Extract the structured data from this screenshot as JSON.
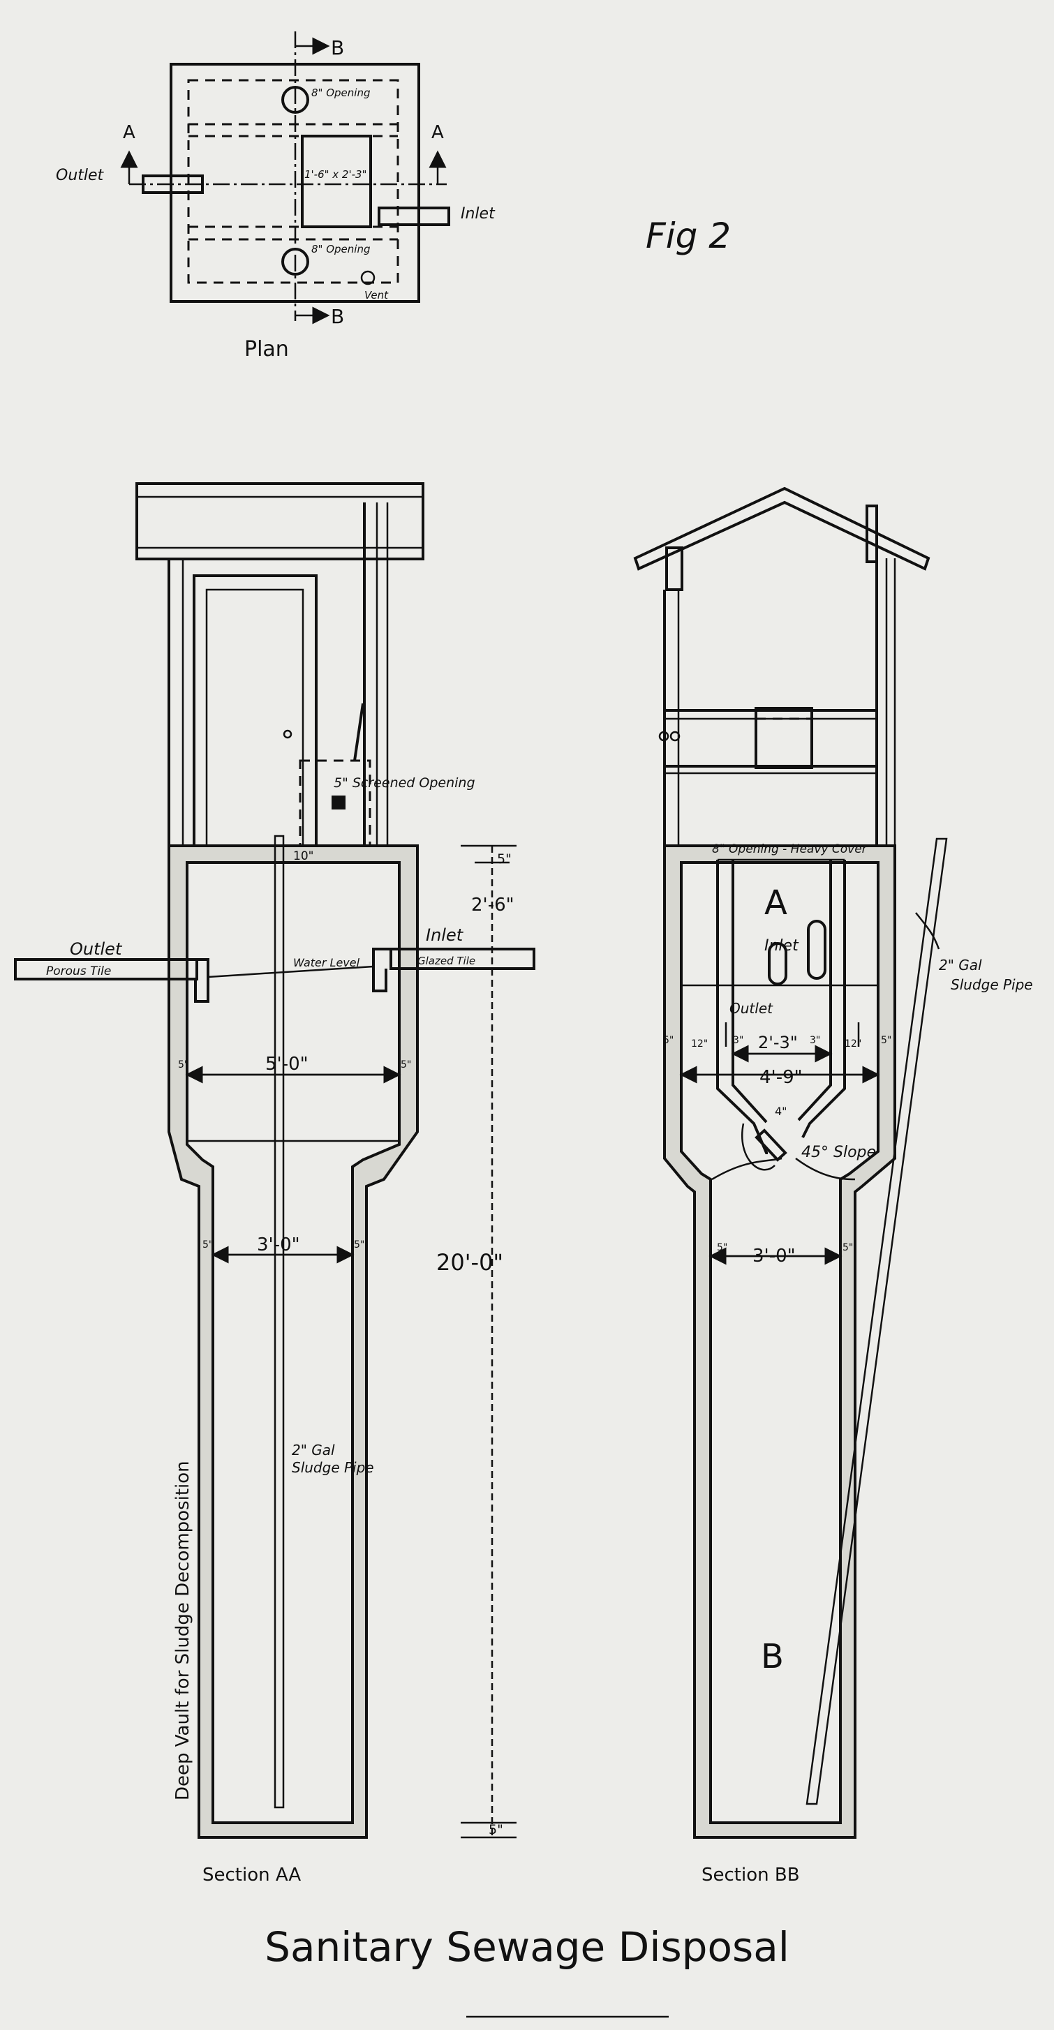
{
  "figure_label": "Fig 2",
  "title": "Sanitary Sewage Disposal",
  "plan": {
    "caption": "Plan",
    "section_marks": {
      "a": "A",
      "b": "B"
    },
    "labels": {
      "outlet": "Outlet",
      "inlet": "Inlet",
      "opening_top": "8\" Opening",
      "opening_bottom": "8\" Opening",
      "center_opening": "1'-6\" x 2'-3\"",
      "vent": "Vent"
    }
  },
  "section_aa": {
    "caption": "Section AA",
    "labels": {
      "screened_opening": "5\" Screened Opening",
      "outlet": "Outlet",
      "porous_tile": "Porous Tile",
      "water_level": "Water Level",
      "inlet": "Inlet",
      "glazed_tile": "Glazed Tile",
      "sludge_pipe_1": "2\" Gal",
      "sludge_pipe_2": "Sludge Pipe",
      "deep_vault": "Deep Vault for Sludge Decomposition"
    },
    "dims": {
      "top_slab": "5\"",
      "pipe_offset": "10\"",
      "to_water": "2'-6\"",
      "upper_width": "5'-0\"",
      "lower_width": "3'-0\"",
      "total_depth": "20'-0\"",
      "bottom_slab": "5\"",
      "wall_upper_left": "5\"",
      "wall_upper_right": "5\"",
      "wall_lower_left": "5\"",
      "wall_lower_right": "5\""
    }
  },
  "section_bb": {
    "caption": "Section BB",
    "labels": {
      "cover": "8\" Opening - Heavy Cover",
      "chamber_a": "A",
      "chamber_b": "B",
      "inlet": "Inlet",
      "outlet": "Outlet",
      "slope": "45° Slope",
      "throat": "4\"",
      "sludge_pipe_1": "2\" Gal",
      "sludge_pipe_2": "Sludge Pipe"
    },
    "dims": {
      "wall_left": "5\"",
      "gap_left": "12\"",
      "baffle_left": "3\"",
      "inner_width": "2'-3\"",
      "baffle_right": "3\"",
      "gap_right": "12\"",
      "wall_right": "5\"",
      "upper_width": "4'-9\"",
      "lower_wall_left": "5\"",
      "lower_width": "3'-0\"",
      "lower_wall_right": "5\""
    }
  }
}
